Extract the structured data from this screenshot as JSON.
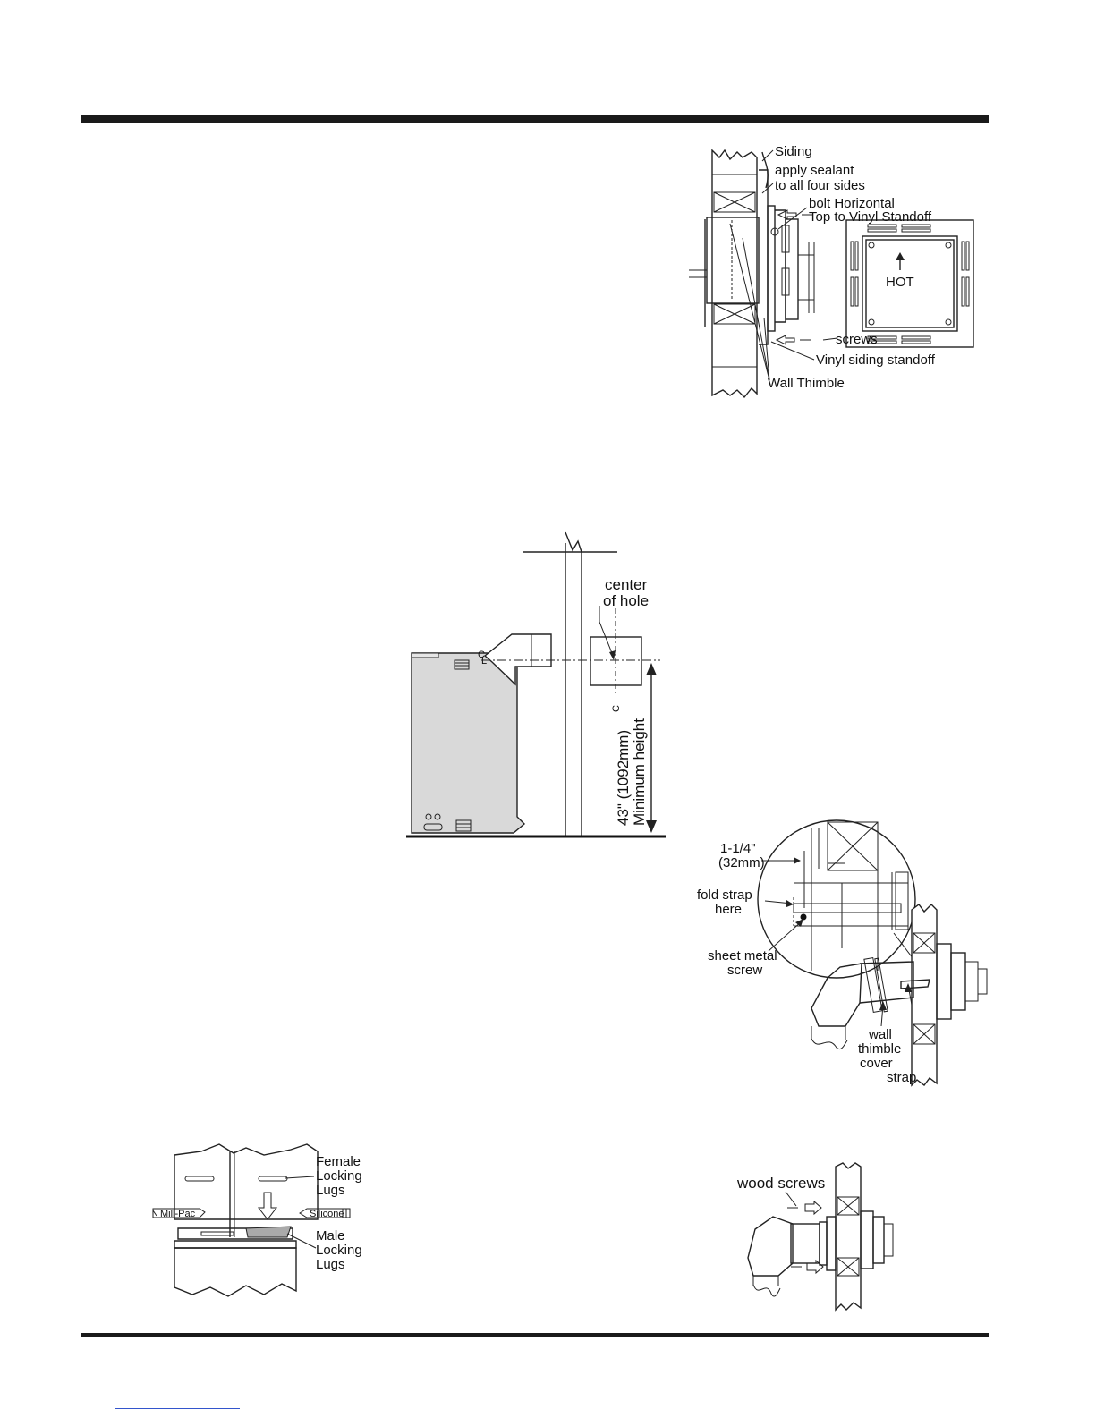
{
  "fig_wall_thimble": {
    "labels": {
      "siding": "Siding",
      "sealant_1": "apply sealant",
      "sealant_2": "to all four sides",
      "bolt_1": "bolt Horizontal",
      "bolt_2": "Top to Vinyl Standoff",
      "hot": "HOT",
      "screws": "screws",
      "vinyl_standoff": "Vinyl siding standoff",
      "wall_thimble": "Wall Thimble"
    }
  },
  "fig_min_height": {
    "labels": {
      "center_1": "center",
      "center_2": "of hole",
      "dimension_1": "43\" (1092mm)",
      "dimension_2": "Minimum height"
    }
  },
  "fig_strap": {
    "labels": {
      "dim_1": "1-1/4\"",
      "dim_2": "(32mm)",
      "fold_1": "fold strap",
      "fold_2": "here",
      "screw_1": "sheet metal",
      "screw_2": "screw",
      "cover_1": "wall",
      "cover_2": "thimble",
      "cover_3": "cover",
      "strap": "strap"
    }
  },
  "fig_locking_lugs": {
    "labels": {
      "female_1": "Female",
      "female_2": "Locking",
      "female_3": "Lugs",
      "mill_pac": "Mill-Pac",
      "silicone": "Silicone",
      "male_1": "Male",
      "male_2": "Locking",
      "male_3": "Lugs"
    }
  },
  "fig_wood_screws": {
    "labels": {
      "wood_screws": "wood screws"
    }
  }
}
